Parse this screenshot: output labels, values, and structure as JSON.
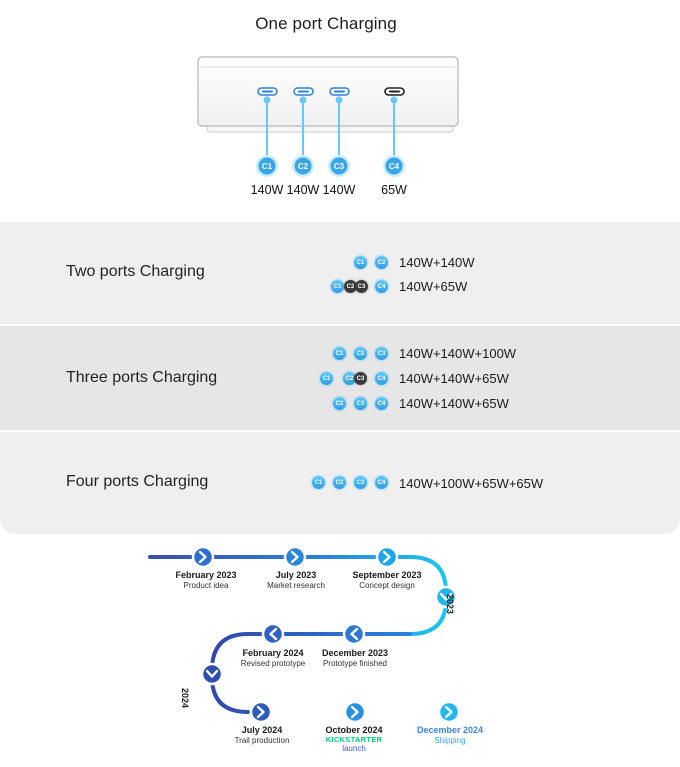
{
  "hero": {
    "title": "One port Charging",
    "ports": [
      {
        "label": "C1",
        "watt": "140W"
      },
      {
        "label": "C2",
        "watt": "140W"
      },
      {
        "label": "C3",
        "watt": "140W"
      },
      {
        "label": "C4",
        "watt": "65W"
      }
    ]
  },
  "rows": [
    {
      "title": "Two ports Charging",
      "combos": [
        {
          "chips": [
            "C1",
            "C2"
          ],
          "text": "140W+140W"
        },
        {
          "chips": [
            "C1",
            "C2",
            "C3",
            "C4"
          ],
          "text": "140W+65W"
        }
      ]
    },
    {
      "title": "Three ports Charging",
      "combos": [
        {
          "chips": [
            "C1",
            "C2",
            "C3"
          ],
          "text": "140W+140W+100W"
        },
        {
          "chips": [
            "C1",
            "C2",
            "C3",
            "C4"
          ],
          "text": "140W+140W+65W"
        },
        {
          "chips": [
            "C2",
            "C3",
            "C4"
          ],
          "text": "140W+140W+65W"
        }
      ]
    },
    {
      "title": "Four ports Charging",
      "combos": [
        {
          "chips": [
            "C1",
            "C2",
            "C3",
            "C4"
          ],
          "text": "140W+100W+65W+65W"
        }
      ]
    }
  ],
  "timeline": {
    "year_labels": [
      "2023",
      "2024"
    ],
    "milestones": [
      {
        "date": "February 2023",
        "sub": "Product idea"
      },
      {
        "date": "July 2023",
        "sub": "Market research"
      },
      {
        "date": "September 2023",
        "sub": "Concept design"
      },
      {
        "date": "December 2023",
        "sub": "Prototype finished"
      },
      {
        "date": "February 2024",
        "sub": "Revised prototype"
      },
      {
        "date": "July 2024",
        "sub": "Trail production"
      },
      {
        "date": "October 2024",
        "brand": "KICKSTARTER",
        "sub": "launch"
      },
      {
        "date": "December 2024",
        "sub": "Shipping"
      }
    ]
  },
  "colors": {
    "accent": "#2f9de6",
    "timeline_start": "#3a4fa8",
    "timeline_end": "#1fc4ef",
    "kickstarter": "#05ce78",
    "row_bg_a": "#efefef",
    "row_bg_b": "#e6e6e6"
  }
}
